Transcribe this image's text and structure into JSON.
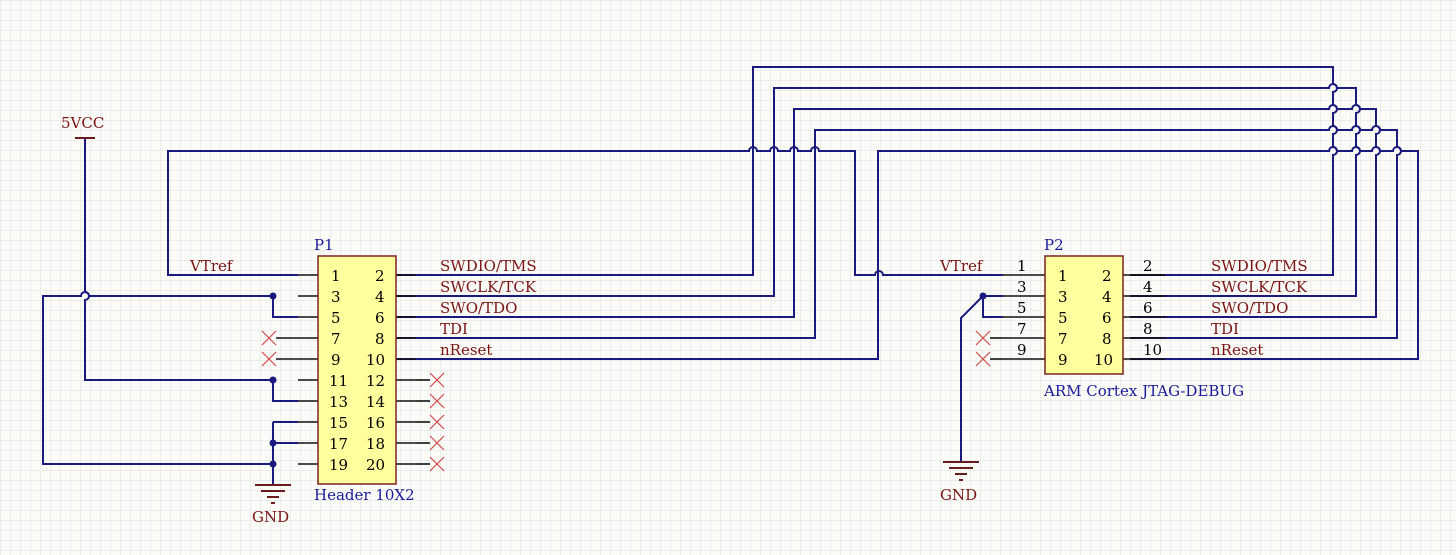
{
  "p1": {
    "designator": "P1",
    "comment": "Header 10X2",
    "pins_left": [
      "1",
      "3",
      "5",
      "7",
      "9",
      "11",
      "13",
      "15",
      "17",
      "19"
    ],
    "pins_right": [
      "2",
      "4",
      "6",
      "8",
      "10",
      "12",
      "14",
      "16",
      "18",
      "20"
    ]
  },
  "p2": {
    "designator": "P2",
    "comment": "ARM Cortex JTAG-DEBUG",
    "pins_left": [
      "1",
      "3",
      "5",
      "7",
      "9"
    ],
    "pins_right": [
      "2",
      "4",
      "6",
      "8",
      "10"
    ],
    "ext_left": [
      "1",
      "3",
      "5",
      "7",
      "9"
    ],
    "ext_right": [
      "2",
      "4",
      "6",
      "8",
      "10"
    ]
  },
  "nets": {
    "vtref": "VTref",
    "swdio": "SWDIO/TMS",
    "swclk": "SWCLK/TCK",
    "swo": "SWO/TDO",
    "tdi": "TDI",
    "nreset": "nReset"
  },
  "power": {
    "vcc": "5VCC",
    "gnd": "GND"
  },
  "colors": {
    "wire": "#1a1a7e",
    "component_fill": "#ffff9e",
    "component_border": "#7a2222",
    "net_label": "#7a1414",
    "designator": "#1a1a9a",
    "no_connect": "#d14b4b"
  }
}
